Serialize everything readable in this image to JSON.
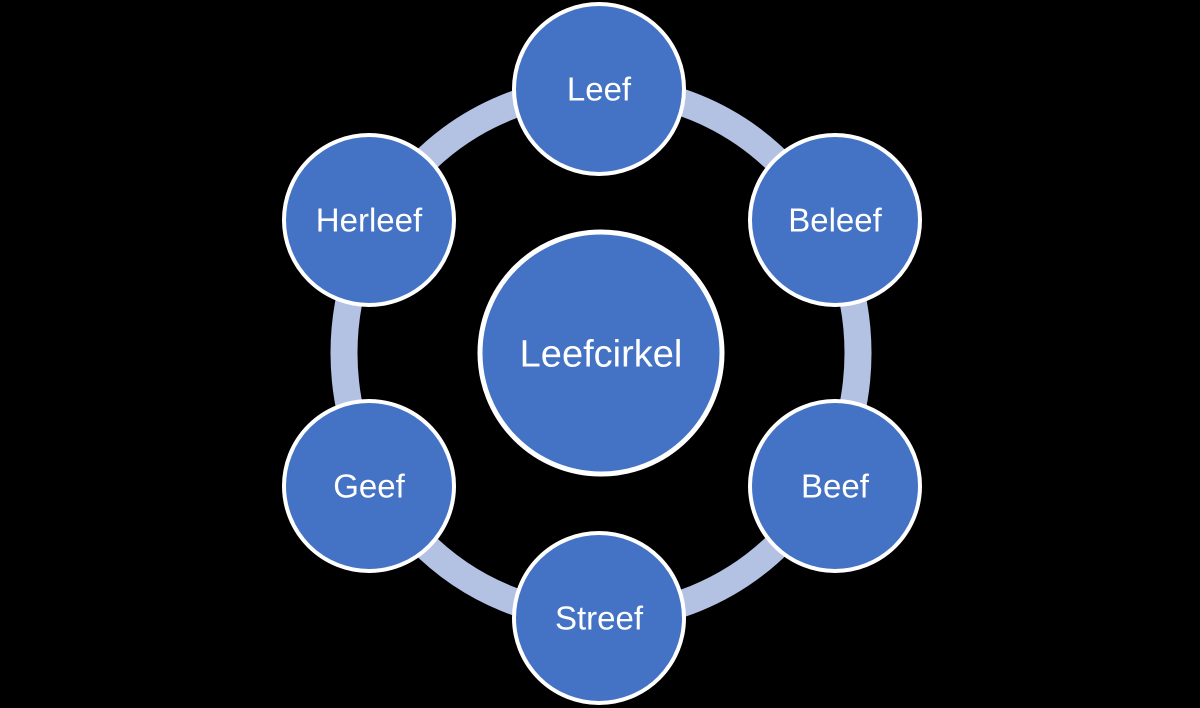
{
  "diagram": {
    "type": "cycle",
    "center": {
      "label": "Leefcirkel"
    },
    "satellites": [
      {
        "label": "Leef"
      },
      {
        "label": "Beleef"
      },
      {
        "label": "Beef"
      },
      {
        "label": "Streef"
      },
      {
        "label": "Geef"
      },
      {
        "label": "Herleef"
      }
    ],
    "colors": {
      "background": "#000000",
      "node_fill": "#4472c4",
      "node_border": "#ffffff",
      "ring": "#b3c1e3",
      "text": "#ffffff"
    }
  }
}
